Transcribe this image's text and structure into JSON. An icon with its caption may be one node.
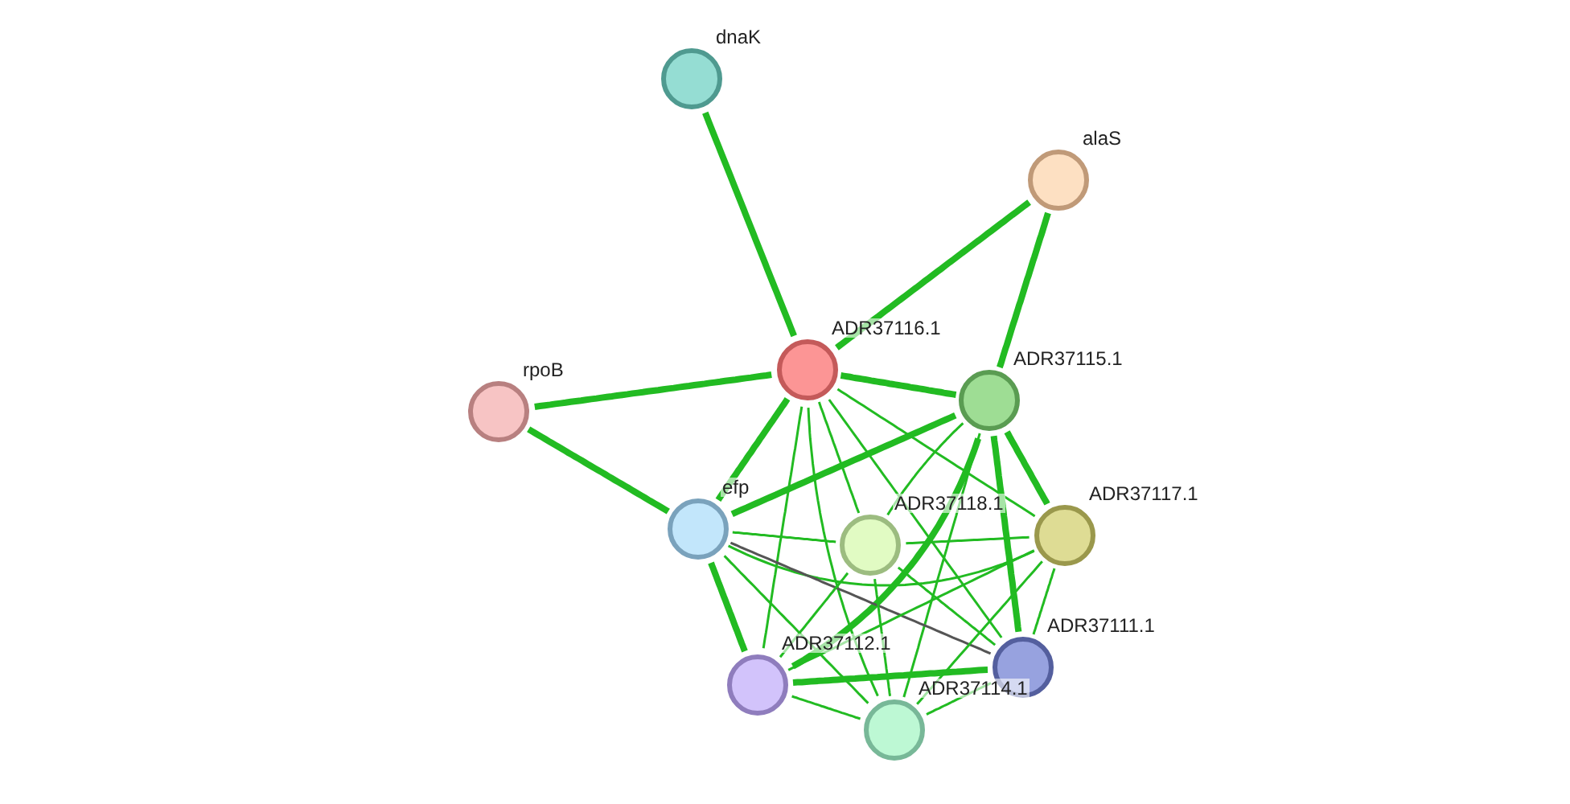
{
  "diagram": {
    "nodes": [
      {
        "text": [],
        "shape": "circle",
        "beside": [
          "dnaK"
        ]
      },
      {
        "text": [],
        "shape": "circle",
        "beside": [
          "alaS"
        ]
      },
      {
        "text": [],
        "shape": "circle",
        "beside": [
          "ADR37116.1"
        ]
      },
      {
        "text": [],
        "shape": "circle",
        "beside": [
          "ADR37115.1"
        ]
      },
      {
        "text": [],
        "shape": "circle",
        "beside": [
          "rpoB"
        ]
      },
      {
        "text": [],
        "shape": "circle",
        "beside": [
          "efp"
        ]
      },
      {
        "text": [],
        "shape": "circle",
        "beside": [
          "ADR37118.1"
        ]
      },
      {
        "text": [],
        "shape": "circle",
        "beside": [
          "ADR37117.1"
        ]
      },
      {
        "text": [],
        "shape": "circle",
        "beside": [
          "ADR37111.1"
        ]
      },
      {
        "text": [],
        "shape": "circle",
        "beside": [
          "ADR37112.1"
        ]
      },
      {
        "text": [],
        "shape": "circle",
        "beside": [
          "ADR37114.1"
        ]
      }
    ],
    "edges": [
      {
        "from": 2,
        "to": 0,
        "arrow": "none",
        "style": "thick"
      },
      {
        "from": 2,
        "to": 1,
        "arrow": "none",
        "style": "thick"
      },
      {
        "from": 2,
        "to": 3,
        "arrow": "none",
        "style": "thick"
      },
      {
        "from": 2,
        "to": 4,
        "arrow": "none",
        "style": "thick"
      },
      {
        "from": 2,
        "to": 5,
        "arrow": "none",
        "style": "thick"
      },
      {
        "from": 2,
        "to": 6,
        "arrow": "none"
      },
      {
        "from": 2,
        "to": 7,
        "arrow": "none"
      },
      {
        "from": 2,
        "to": 8,
        "arrow": "none"
      },
      {
        "from": 2,
        "to": 9,
        "arrow": "none"
      },
      {
        "from": 2,
        "to": 10,
        "arrow": "none"
      },
      {
        "from": 3,
        "to": 1,
        "arrow": "none",
        "style": "thick"
      },
      {
        "from": 3,
        "to": 5,
        "arrow": "none",
        "style": "thick"
      },
      {
        "from": 3,
        "to": 6,
        "arrow": "none"
      },
      {
        "from": 3,
        "to": 7,
        "arrow": "none",
        "style": "thick"
      },
      {
        "from": 3,
        "to": 8,
        "arrow": "none",
        "style": "thick"
      },
      {
        "from": 3,
        "to": 9,
        "arrow": "none",
        "style": "thick"
      },
      {
        "from": 3,
        "to": 10,
        "arrow": "none"
      },
      {
        "from": 4,
        "to": 5,
        "arrow": "none",
        "style": "thick"
      },
      {
        "from": 5,
        "to": 6,
        "arrow": "none"
      },
      {
        "from": 5,
        "to": 7,
        "arrow": "none"
      },
      {
        "from": 5,
        "to": 8,
        "arrow": "none",
        "color": "#555555"
      },
      {
        "from": 5,
        "to": 9,
        "arrow": "none",
        "style": "thick"
      },
      {
        "from": 5,
        "to": 10,
        "arrow": "none"
      },
      {
        "from": 6,
        "to": 7,
        "arrow": "none"
      },
      {
        "from": 6,
        "to": 8,
        "arrow": "none"
      },
      {
        "from": 6,
        "to": 9,
        "arrow": "none"
      },
      {
        "from": 6,
        "to": 10,
        "arrow": "none"
      },
      {
        "from": 7,
        "to": 8,
        "arrow": "none"
      },
      {
        "from": 7,
        "to": 9,
        "arrow": "none"
      },
      {
        "from": 7,
        "to": 10,
        "arrow": "none"
      },
      {
        "from": 8,
        "to": 9,
        "arrow": "none",
        "style": "thick"
      },
      {
        "from": 8,
        "to": 10,
        "arrow": "none"
      },
      {
        "from": 9,
        "to": 10,
        "arrow": "none"
      }
    ]
  }
}
